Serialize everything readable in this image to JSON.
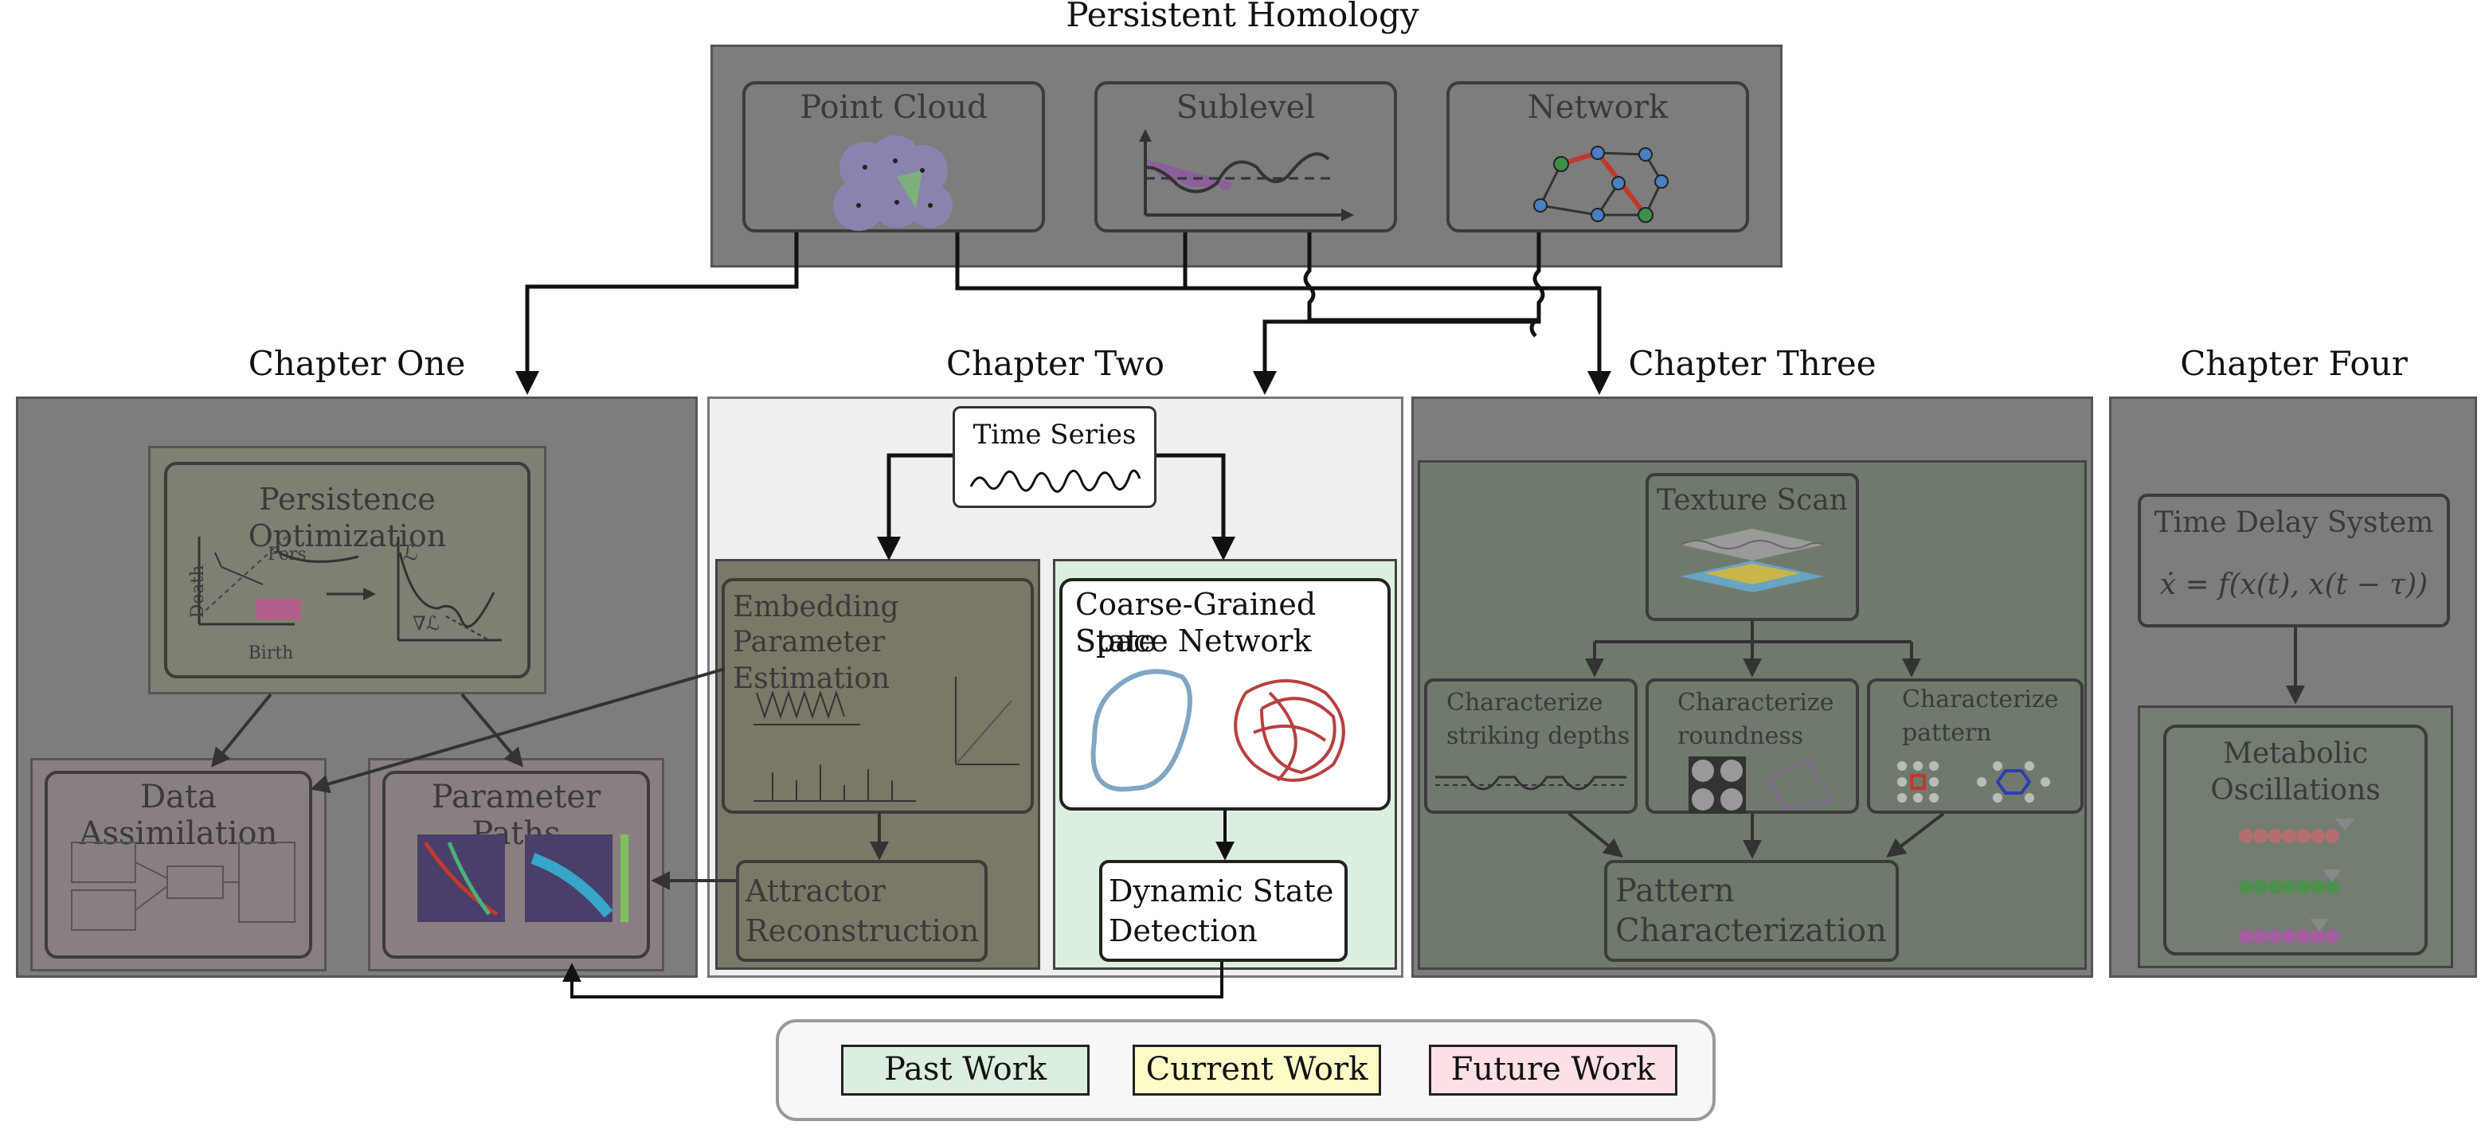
{
  "titles": {
    "persistent_homology": "Persistent Homology",
    "chapter_one": "Chapter One",
    "chapter_two": "Chapter Two",
    "chapter_three": "Chapter Three",
    "chapter_four": "Chapter Four"
  },
  "persistent_homology": {
    "point_cloud": "Point Cloud",
    "sublevel": "Sublevel",
    "network": "Network"
  },
  "chapter_one": {
    "persistence_optimization": "Persistence Optimization",
    "axis_death": "Death",
    "axis_birth": "Birth",
    "pers": "Pers",
    "loss": "ℒ",
    "grad_loss": "∇ℒ",
    "data_assimilation": "Data Assimilation",
    "parameter_paths": "Parameter Paths"
  },
  "chapter_two": {
    "time_series": "Time Series",
    "embedding_line1": "Embedding",
    "embedding_line2": "Parameter Estimation",
    "attractor_line1": "Attractor",
    "attractor_line2": "Reconstruction",
    "coarse_line1": "Coarse-Grained State",
    "coarse_line2": "Space Network",
    "dynamic_line1": "Dynamic State",
    "dynamic_line2": "Detection"
  },
  "chapter_three": {
    "texture_scan": "Texture Scan",
    "striking_line1": "Characterize",
    "striking_line2": "striking depths",
    "roundness_line1": "Characterize",
    "roundness_line2": "roundness",
    "pattern_line1": "Characterize",
    "pattern_line2": "pattern",
    "pattern_char_line1": "Pattern",
    "pattern_char_line2": "Characterization"
  },
  "chapter_four": {
    "time_delay": "Time Delay System",
    "equation": "ẋ = f(x(t), x(t − τ))",
    "metabolic_line1": "Metabolic",
    "metabolic_line2": "Oscillations"
  },
  "legend": {
    "past": "Past Work",
    "current": "Current Work",
    "future": "Future Work"
  },
  "colors": {
    "past": "#dcefdf",
    "current": "#fdfbc8",
    "future": "#fce0e6",
    "dim_gray": "#7d7d7d"
  }
}
